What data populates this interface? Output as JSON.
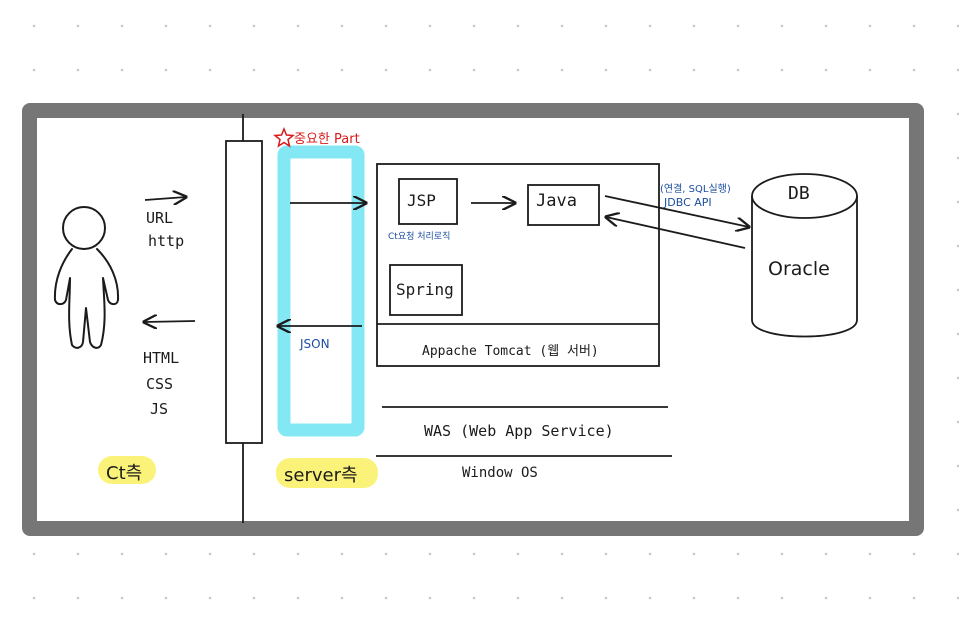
{
  "labels": {
    "important_part": "중요한 Part",
    "url": "URL",
    "http": "http",
    "html": "HTML",
    "css": "CSS",
    "js": "JS",
    "client_side": "Ct측",
    "server_side": "server측",
    "json": "JSON",
    "jsp": "JSP",
    "jsp_note": "Ct요청 처리로직",
    "java": "Java",
    "spring": "Spring",
    "tomcat": "Appache Tomcat (웹 서버)",
    "jdbc_note": "(연결, SQL실행)",
    "jdbc_api": "JDBC API",
    "db": "DB",
    "oracle": "Oracle",
    "was": "WAS (Web App Service)",
    "os": "Window OS"
  },
  "colors": {
    "frame": "#767676",
    "json_highlight": "#84e8f4",
    "text_highlight": "#fbf27a",
    "note_blue": "#1b4fa0",
    "note_red": "#d81b1b"
  }
}
